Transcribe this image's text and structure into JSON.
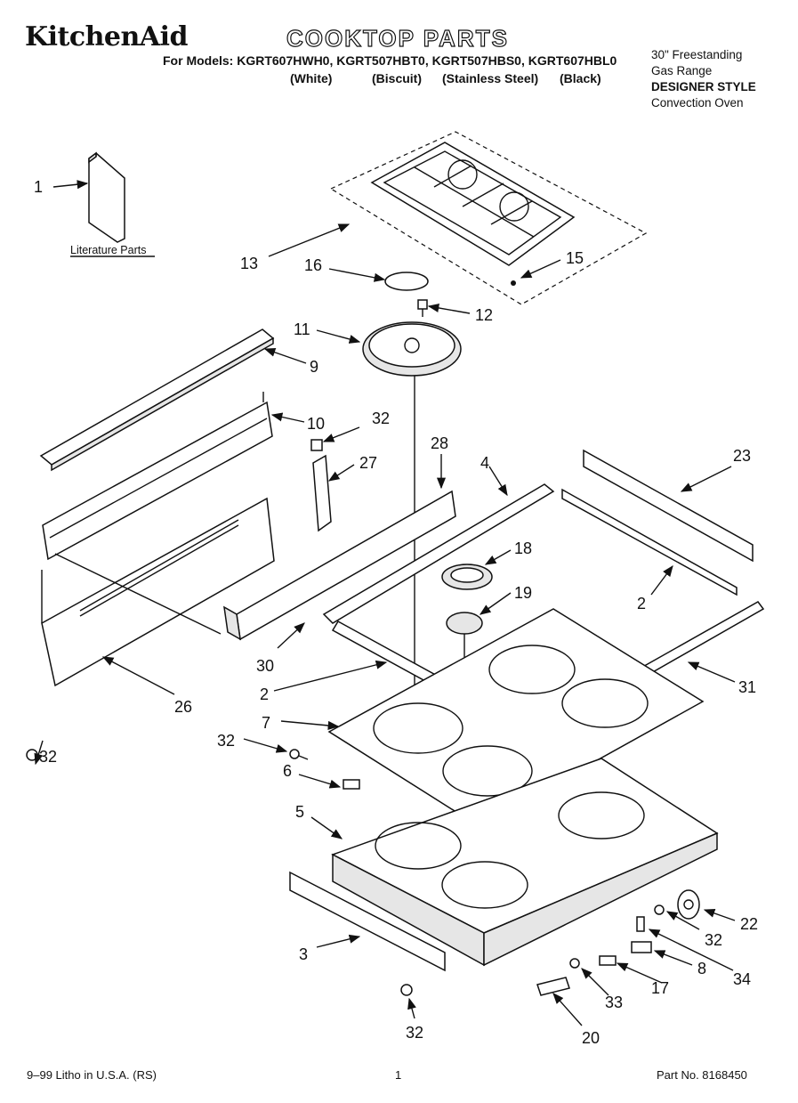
{
  "header": {
    "brand": "KitchenAid",
    "title": "COOKTOP PARTS",
    "models_line": "For Models: KGRT607HWH0, KGRT507HBT0, KGRT507HBS0, KGRT607HBL0",
    "colors": [
      "(White)",
      "(Biscuit)",
      "(Stainless Steel)",
      "(Black)"
    ],
    "description": [
      "30\" Freestanding",
      "Gas Range",
      "DESIGNER STYLE",
      "Convection Oven"
    ]
  },
  "diagram": {
    "literature_label": "Literature Parts",
    "callouts": [
      {
        "id": "1",
        "label": "1"
      },
      {
        "id": "13",
        "label": "13"
      },
      {
        "id": "15",
        "label": "15"
      },
      {
        "id": "16",
        "label": "16"
      },
      {
        "id": "12",
        "label": "12"
      },
      {
        "id": "11",
        "label": "11"
      },
      {
        "id": "9",
        "label": "9"
      },
      {
        "id": "10",
        "label": "10"
      },
      {
        "id": "32a",
        "label": "32"
      },
      {
        "id": "27",
        "label": "27"
      },
      {
        "id": "28",
        "label": "28"
      },
      {
        "id": "4",
        "label": "4"
      },
      {
        "id": "23",
        "label": "23"
      },
      {
        "id": "18",
        "label": "18"
      },
      {
        "id": "19",
        "label": "19"
      },
      {
        "id": "2a",
        "label": "2"
      },
      {
        "id": "30",
        "label": "30"
      },
      {
        "id": "2b",
        "label": "2"
      },
      {
        "id": "31",
        "label": "31"
      },
      {
        "id": "7",
        "label": "7"
      },
      {
        "id": "26",
        "label": "26"
      },
      {
        "id": "32b",
        "label": "32"
      },
      {
        "id": "32c",
        "label": "32"
      },
      {
        "id": "6",
        "label": "6"
      },
      {
        "id": "5",
        "label": "5"
      },
      {
        "id": "22",
        "label": "22"
      },
      {
        "id": "32d",
        "label": "32"
      },
      {
        "id": "3",
        "label": "3"
      },
      {
        "id": "8",
        "label": "8"
      },
      {
        "id": "34",
        "label": "34"
      },
      {
        "id": "17",
        "label": "17"
      },
      {
        "id": "33",
        "label": "33"
      },
      {
        "id": "32e",
        "label": "32"
      },
      {
        "id": "20",
        "label": "20"
      }
    ]
  },
  "footer": {
    "left": "9–99 Litho in U.S.A. (RS)",
    "page": "1",
    "part_no": "Part No. 8168450"
  }
}
